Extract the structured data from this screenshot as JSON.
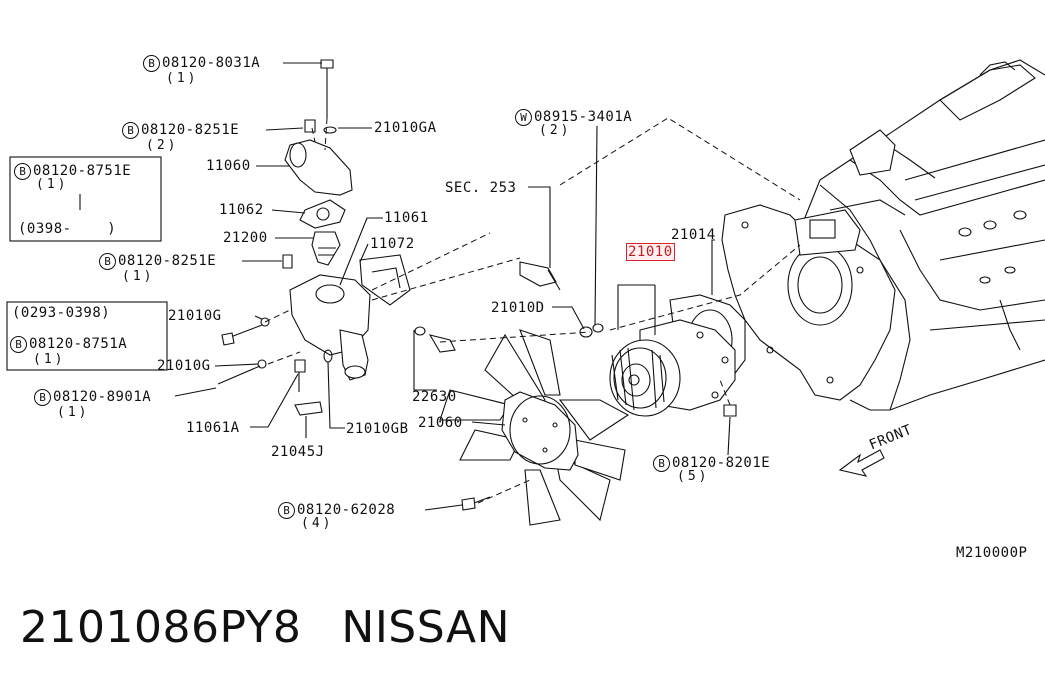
{
  "labels": {
    "bolt_8031a": {
      "circle": "B",
      "code": "08120-8031A",
      "qty": "(1)"
    },
    "bolt_8251e_top": {
      "circle": "B",
      "code": "08120-8251E",
      "qty": "(2)"
    },
    "gasket_21010ga": "21010GA",
    "outlet_11060": "11060",
    "gasket_11062": "11062",
    "thermostat_21200": "21200",
    "bolt_8251e_mid": {
      "circle": "B",
      "code": "08120-8251E",
      "qty": "(1)"
    },
    "box_top": {
      "circle": "B",
      "code": "08120-8751E",
      "qty": "(1)",
      "range": "(0398-    )"
    },
    "box_bottom": {
      "range": "(0293-0398)",
      "circle": "B",
      "code": "08120-8751A",
      "qty": "(1)"
    },
    "gasket_21010g_a": "21010G",
    "gasket_21010g_b": "21010G",
    "bolt_8901a": {
      "circle": "B",
      "code": "08120-8901A",
      "qty": "(1)"
    },
    "housing_11061": "11061",
    "cover_11072": "11072",
    "bolt_11061a": "11061A",
    "gasket_21010gb": "21010GB",
    "seal_21045j": "21045J",
    "sensor_22630": "22630",
    "fan_21060": "21060",
    "bolt_62028": {
      "circle": "B",
      "code": "08120-62028",
      "qty": "(4)"
    },
    "washer_8915": {
      "circle": "W",
      "code": "08915-3401A",
      "qty": "(2)"
    },
    "sec_253": "SEC. 253",
    "washer_21010d": "21010D",
    "pump_21010": "21010",
    "gasket_21014": "21014",
    "bolt_8201e": {
      "circle": "B",
      "code": "08120-8201E",
      "qty": "(5)"
    },
    "front": "FRONT"
  },
  "diagram_ref": "M210000P",
  "footer": {
    "part_number": "2101086PY8",
    "brand": "NISSAN"
  },
  "colors": {
    "highlight": "#e0202a",
    "ink": "#111111"
  }
}
